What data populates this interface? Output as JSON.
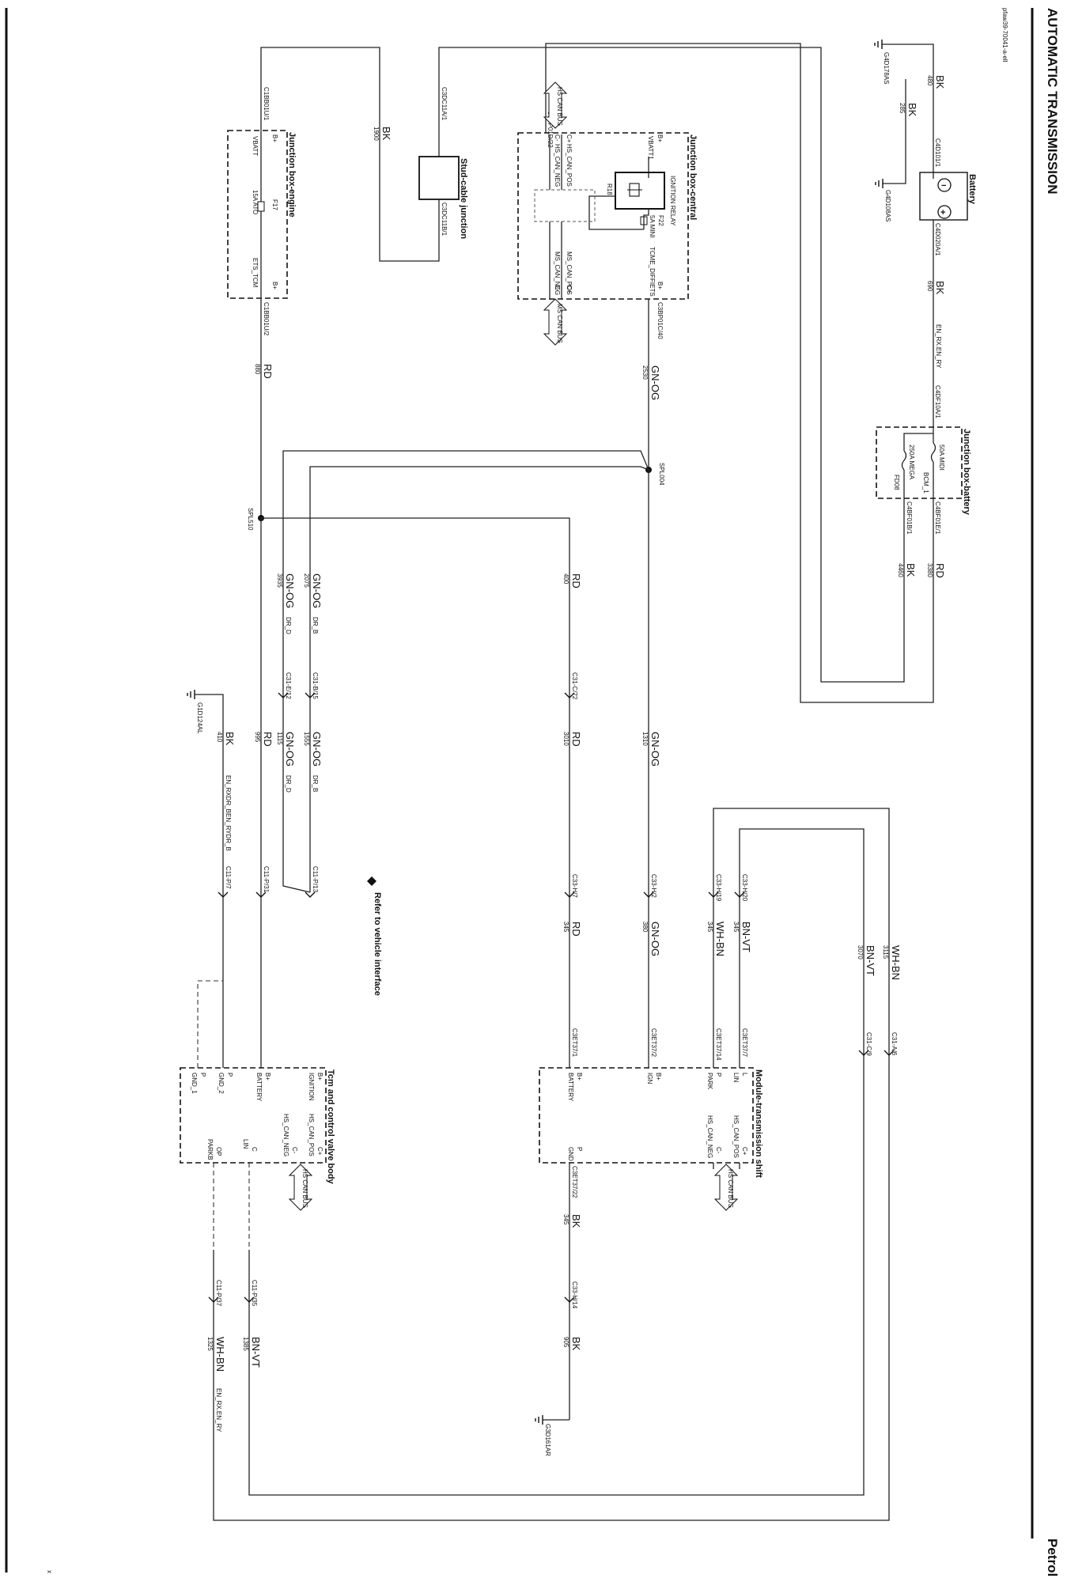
{
  "header": {
    "title": "AUTOMATIC TRANSMISSION",
    "variant": "Petrol",
    "figure_id": "pfaw39-70041-a-ell",
    "note": "Refer to vehicle interface",
    "footer_mark": "x"
  },
  "components": {
    "battery": {
      "name": "Battery",
      "conn_neg": "C4D101/1",
      "conn_pos": "C4D020A/1"
    },
    "jb_battery": {
      "name": "Junction box-battery",
      "conn_in": "C4DF10A/1",
      "fuse1": "50A MIDI",
      "fuse1_id": "BCM_1",
      "fuse2": "250A MEGA",
      "fuse2_id": "FD08",
      "conn_out1": "C4BF01E/1",
      "conn_out2": "C4BF01B/1"
    },
    "jb_central": {
      "name": "Junction box-central",
      "conn_top": "C3BP01D/22",
      "conn_bottom": "C3BP01C/40",
      "pin_bplus": "B+",
      "pin_vbatt": "VBATT1",
      "relay": "IGNITION RELAY",
      "relay_id": "R18",
      "fuse": "F22",
      "fuse_rating": "5A MINI",
      "ign_out": "TCME_DIFFIETS",
      "hs_pos": "HS_CAN_POS",
      "hs_neg": "HS_CAN_NEG",
      "ms_pos": "MS_CAN_POS",
      "ms_neg": "MS_CAN_NEG",
      "cplus": "C+",
      "cminus": "C-",
      "bus_hs": "HS CAN BUS",
      "bus_ms": "MS CAN BUS"
    },
    "stud_cable": {
      "name": "Stud-cable junction",
      "conn1": "C3DC11A/1",
      "conn2": "C3DC11B/1"
    },
    "jb_engine": {
      "name": "Junction box-engine",
      "conn_top": "C1BB01U/1",
      "conn_bottom": "C1BB01U/2",
      "pin_vbatt": "VBATT",
      "fuse": "F17",
      "fuse_rating": "15A ATO",
      "pin_out": "ETS_TCM",
      "pin_bplus": "B+"
    },
    "mts": {
      "name": "Module-transmission shift",
      "conn_bplus": "C3ET37/1",
      "conn_ign": "C3ET37/2",
      "conn_park": "C3ET37/14",
      "conn_lin": "C3ET37/7",
      "conn_gnd": "C3ET37/22",
      "pin_bplus": "B+",
      "pin_battery": "BATTERY",
      "pin_ign": "IGN",
      "pin_p": "P",
      "pin_park": "PARK",
      "pin_lin": "LIN",
      "pin_l": "L",
      "pin_gnd": "GND",
      "hs_pos": "HS_CAN_POS",
      "hs_neg": "HS_CAN_NEG",
      "cplus": "C+",
      "cminus": "C-",
      "bus": "HS CAN BUS"
    },
    "tcm": {
      "name": "Tcm and control valve body",
      "pin_bplus1": "B+",
      "pin_ignition": "IGNITION",
      "pin_bplus2": "B+",
      "pin_battery": "BATTERY",
      "pin_p1": "P",
      "pin_gnd2": "GND_2",
      "pin_p2": "P",
      "pin_gnd1": "GND_1",
      "hs_pos": "HS_CAN_POS",
      "hs_neg": "HS_CAN_NEG",
      "cplus": "C+",
      "cminus": "C-",
      "pin_c": "C",
      "pin_lin": "LIN",
      "pin_op": "OP",
      "pin_parkb": "PARKB",
      "bus": "HS CAN BUS"
    }
  },
  "wires": {
    "w480": {
      "color": "BK",
      "circuit": "480"
    },
    "w285": {
      "color": "BK",
      "circuit": "285"
    },
    "w690": {
      "color": "BK",
      "circuit": "690",
      "signal": "EN_RX.EN_RY"
    },
    "w3380": {
      "color": "RD",
      "circuit": "3380"
    },
    "w4460": {
      "color": "BK",
      "circuit": "4460"
    },
    "w1900": {
      "color": "BK",
      "circuit": "1900"
    },
    "w2530": {
      "color": "GN-OG",
      "circuit": "2530"
    },
    "w880": {
      "color": "RD",
      "circuit": "880"
    },
    "w400": {
      "color": "RD",
      "circuit": "400"
    },
    "w2075": {
      "color": "GN-OG",
      "circuit": "2075",
      "signal": "DR_B"
    },
    "w3935": {
      "color": "GN-OG",
      "circuit": "3935",
      "signal": "DR_D"
    },
    "w1310": {
      "color": "GN-OG",
      "circuit": "1310"
    },
    "w3010": {
      "color": "RD",
      "circuit": "3010"
    },
    "w1555": {
      "color": "GN-OG",
      "circuit": "1555",
      "signal": "DR_B"
    },
    "w1115": {
      "color": "GN-OG",
      "circuit": "1115",
      "signal": "DR_D"
    },
    "w995": {
      "color": "RD",
      "circuit": "995"
    },
    "w410": {
      "color": "BK",
      "circuit": "410",
      "signal": "EN_RXDR_BEN_RYDR_B"
    },
    "w380": {
      "color": "GN-OG",
      "circuit": "380"
    },
    "w345a": {
      "color": "RD",
      "circuit": "345"
    },
    "w345b": {
      "color": "BN-VT",
      "circuit": "345"
    },
    "w345c": {
      "color": "WH-BN",
      "circuit": "345"
    },
    "w3115": {
      "color": "WH-BN",
      "circuit": "3115"
    },
    "w3070": {
      "color": "BN-VT",
      "circuit": "3070"
    },
    "w345d": {
      "color": "BK",
      "circuit": "345"
    },
    "w905": {
      "color": "BK",
      "circuit": "905"
    },
    "w1385": {
      "color": "BN-VT",
      "circuit": "1385"
    },
    "w1325": {
      "color": "WH-BN",
      "circuit": "1325",
      "signal": "EN_RX.EN_RY"
    }
  },
  "connectors": {
    "c31c72": "C31-C/72",
    "c31b15": "C31-B/15",
    "c31e12": "C31-E/12",
    "c33h7": "C33-H/7",
    "c33h2": "C33-H/2",
    "c33h20": "C33-H/20",
    "c33h19": "C33-H/19",
    "c11p13": "C11-P/13",
    "c11p31": "C11-P/31",
    "c11p7": "C11-P/7",
    "c31a6": "C31-A/6",
    "c31c9": "C31-C/9",
    "c33h14": "C33-H/14",
    "c11p35": "C11-P/35",
    "c11p37": "C11-P/37"
  },
  "splices": {
    "spl004": "SPL004",
    "spl510": "SPL510"
  },
  "grounds": {
    "g4d178": "G4D178AS",
    "g4d108": "G4D108AS",
    "g1d124": "G1D124AL",
    "g3d161": "G3D161AR"
  }
}
